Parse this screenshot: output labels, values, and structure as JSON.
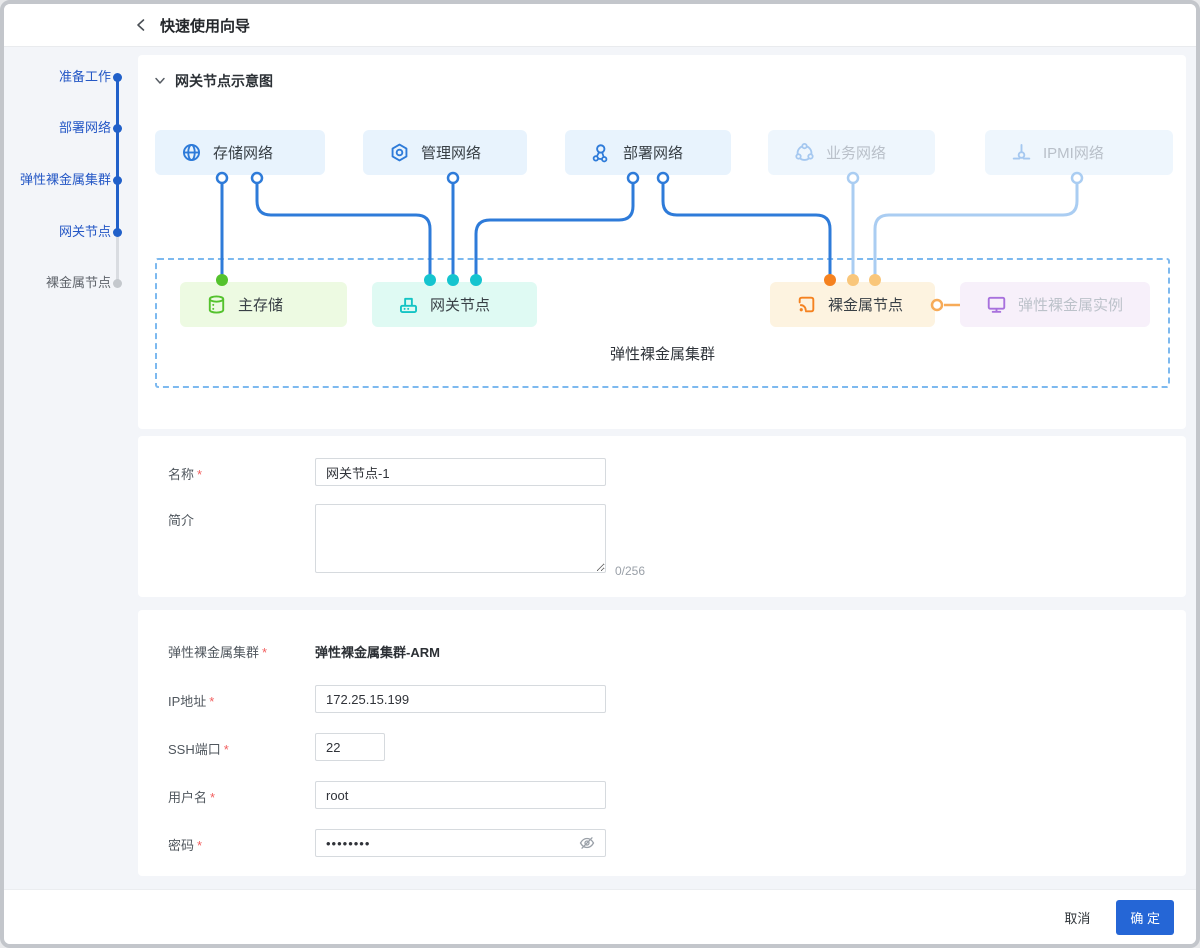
{
  "header": {
    "title": "快速使用向导"
  },
  "steps": {
    "items": [
      {
        "label": "准备工作",
        "state": "done"
      },
      {
        "label": "部署网络",
        "state": "done"
      },
      {
        "label": "弹性裸金属集群",
        "state": "done"
      },
      {
        "label": "网关节点",
        "state": "current"
      },
      {
        "label": "裸金属节点",
        "state": "pending"
      }
    ]
  },
  "diagram": {
    "section_title": "网关节点示意图",
    "cluster_label": "弹性裸金属集群",
    "networks": [
      {
        "label": "存储网络",
        "icon": "globe-icon",
        "state": "active"
      },
      {
        "label": "管理网络",
        "icon": "hexagon-gear-icon",
        "state": "active"
      },
      {
        "label": "部署网络",
        "icon": "network-nodes-icon",
        "state": "active"
      },
      {
        "label": "业务网络",
        "icon": "cycle-nodes-icon",
        "state": "inactive"
      },
      {
        "label": "IPMI网络",
        "icon": "connector-icon",
        "state": "inactive"
      }
    ],
    "nodes": [
      {
        "label": "主存储",
        "icon": "database-icon",
        "theme": "green"
      },
      {
        "label": "网关节点",
        "icon": "router-icon",
        "theme": "cyan"
      },
      {
        "label": "裸金属节点",
        "icon": "broadcast-icon",
        "theme": "orange"
      },
      {
        "label": "弹性裸金属实例",
        "icon": "monitor-icon",
        "theme": "purple"
      }
    ]
  },
  "form": {
    "name": {
      "label": "名称",
      "required": "*",
      "value": "网关节点-1"
    },
    "description": {
      "label": "简介",
      "counter": "0/256",
      "value": ""
    },
    "cluster": {
      "label": "弹性裸金属集群",
      "required": "*",
      "value": "弹性裸金属集群-ARM"
    },
    "ip": {
      "label": "IP地址",
      "required": "*",
      "value": "172.25.15.199"
    },
    "ssh_port": {
      "label": "SSH端口",
      "required": "*",
      "value": "22"
    },
    "username": {
      "label": "用户名",
      "required": "*",
      "value": "root"
    },
    "password": {
      "label": "密码",
      "required": "*",
      "value": "••••••••"
    }
  },
  "footer": {
    "cancel_label": "取消",
    "confirm_label": "确 定"
  },
  "colors": {
    "primary": "#2566d6",
    "step_blue": "#2457c5",
    "line_active": "#2e7bd9",
    "line_inactive": "#aacdf2",
    "green": "#54c22d",
    "cyan": "#15c4cf",
    "orange": "#f58220",
    "orange_light": "#f9c67a",
    "purple": "#a871dd",
    "required_red": "#f25e5e"
  }
}
